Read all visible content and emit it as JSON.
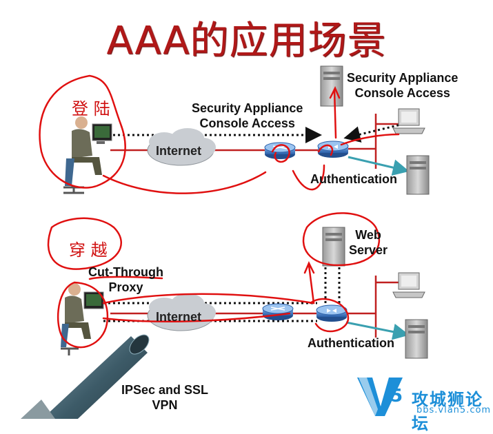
{
  "title": "AAA的应用场景",
  "top": {
    "annotation": "登 陆",
    "internet": "Internet",
    "console_mid_line1": "Security Appliance",
    "console_mid_line2": "Console Access",
    "console_right_line1": "Security Appliance",
    "console_right_line2": "Console Access",
    "auth": "Authentication"
  },
  "bottom": {
    "annotation": "穿 越",
    "cut_line1": "Cut-Through",
    "cut_line2": "Proxy",
    "internet": "Internet",
    "web_line1": "Web",
    "web_line2": "Server",
    "auth": "Authentication",
    "vpn_line1": "IPSec and SSL",
    "vpn_line2": "VPN"
  },
  "watermark": {
    "brand": "攻城狮论坛",
    "url": "bbs.vlan5.com",
    "logo_letter": "V",
    "logo_number": "5"
  },
  "colors": {
    "title": "#b01818",
    "annotation": "#d01010",
    "link": "#c02020",
    "watermark": "#1d8fd8"
  }
}
